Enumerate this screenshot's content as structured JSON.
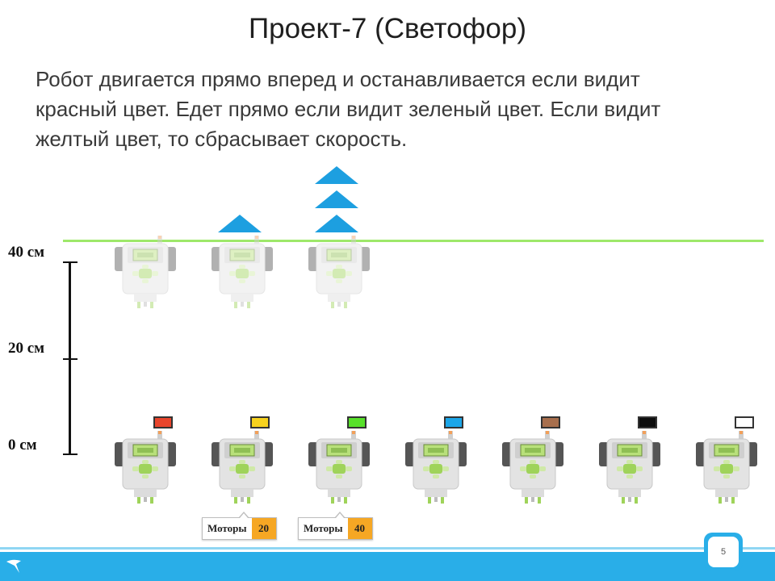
{
  "slide": {
    "title": "Проект-7 (Светофор)",
    "description_lines": [
      "Робот двигается прямо вперед и останавливается если видит",
      "красный цвет. Едет прямо если видит зеленый цвет. Если видит",
      "желтый цвет, то сбрасывает скорость."
    ],
    "page_number": "5"
  },
  "scale": {
    "labels": [
      "40 см",
      "20 см",
      "0 см"
    ]
  },
  "colors": {
    "goal_line": "#9ee86a",
    "arrow": "#1d9fe0",
    "footer": "#29aee8",
    "motor_value_bg": "#f6a724"
  },
  "robots_start": [
    {
      "sensor_color": "#e8452c"
    },
    {
      "sensor_color": "#f7d21e"
    },
    {
      "sensor_color": "#57e02a"
    },
    {
      "sensor_color": "#1ca6e8"
    },
    {
      "sensor_color": "#a86f4d"
    },
    {
      "sensor_color": "#0d0d0d"
    },
    {
      "sensor_color": "#ffffff"
    }
  ],
  "speed_arrows": [
    1,
    3
  ],
  "motor_blocks": [
    {
      "label": "Моторы",
      "value": "20"
    },
    {
      "label": "Моторы",
      "value": "40"
    }
  ],
  "icons": [
    "ev3-robot-icon",
    "speed-arrow-icon",
    "logo-icon"
  ]
}
